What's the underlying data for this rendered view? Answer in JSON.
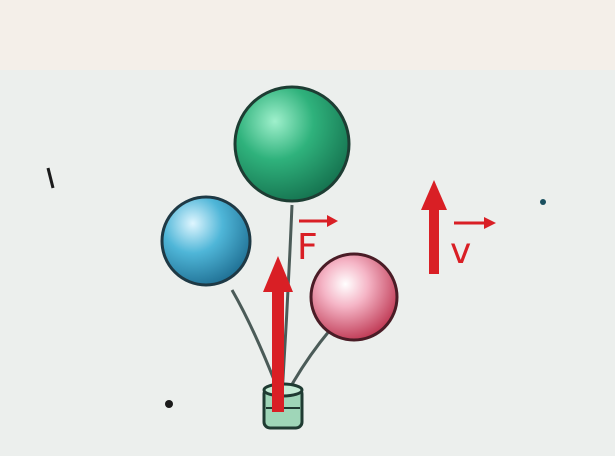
{
  "labels": {
    "force": "F",
    "velocity": "v"
  },
  "colors": {
    "background": "#f4efe9",
    "arrow": "#d91f25",
    "green_balloon": "#2fb27c",
    "blue_balloon": "#4fb6d8",
    "red_balloon": "#d73a5a",
    "string": "#4b5b58"
  },
  "arrows": {
    "force_direction": "up",
    "velocity_direction": "up"
  }
}
